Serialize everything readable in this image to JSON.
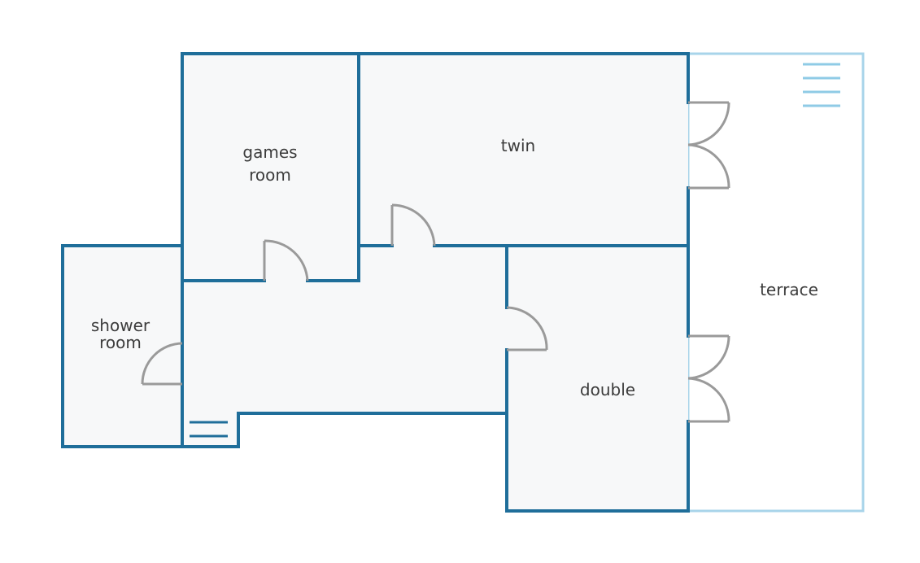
{
  "colors": {
    "wall": "#1f6e9a",
    "terrace_outline": "#a8d4ea",
    "terrace_stairs": "#8fcbe6",
    "floor": "#f7f8f9",
    "door": "#9a9a9a",
    "label": "#3c3c3c",
    "background": "#ffffff"
  },
  "rooms": {
    "games_room": {
      "line1": "games",
      "line2": "room"
    },
    "twin": {
      "line1": "twin"
    },
    "shower_room": {
      "line1": "shower",
      "line2": "room"
    },
    "double": {
      "line1": "double"
    },
    "terrace": {
      "line1": "terrace"
    }
  },
  "icons": [
    "stairs-icon",
    "terrace-stairs-icon",
    "door-icon"
  ]
}
